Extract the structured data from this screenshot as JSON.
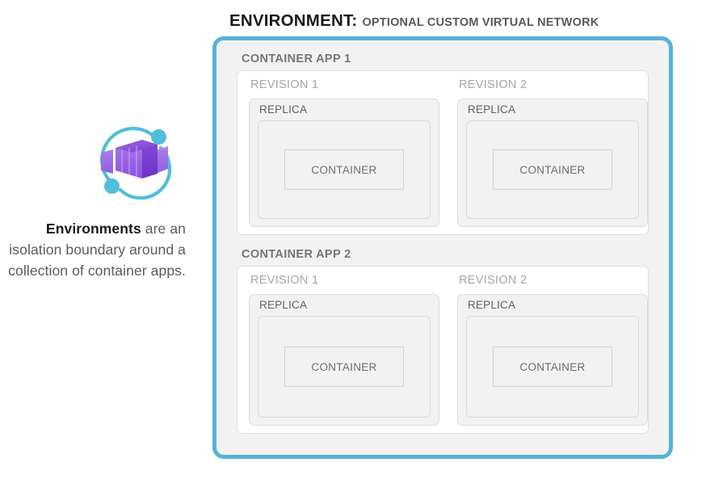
{
  "heading": {
    "title": "ENVIRONMENT:",
    "subtitle": "OPTIONAL CUSTOM VIRTUAL NETWORK"
  },
  "left_panel": {
    "logo_name": "azure-container-apps-logo",
    "caption": {
      "bold_word": "Environments",
      "rest": " are an isolation boundary around a collection of container apps."
    }
  },
  "colors": {
    "environment_border": "#54b3d7",
    "surface_gray": "#f2f2f2",
    "panel_white": "#ffffff",
    "box_border": "#dcdcdc",
    "app_label": "#767676",
    "revision_label": "#a6a6a6",
    "replica_label": "#616161",
    "container_label": "#6e6e6e",
    "logo_purple_light": "#a67ae8",
    "logo_purple_mid": "#9158e0",
    "logo_purple_dark": "#7b3fd4",
    "logo_cyan": "#4fbfdb"
  },
  "container_apps": [
    {
      "label": "CONTAINER APP 1",
      "revisions": [
        {
          "label": "REVISION 1",
          "replica": {
            "label": "REPLICA",
            "container": {
              "label": "CONTAINER"
            }
          }
        },
        {
          "label": "REVISION 2",
          "replica": {
            "label": "REPLICA",
            "container": {
              "label": "CONTAINER"
            }
          }
        }
      ]
    },
    {
      "label": "CONTAINER APP 2",
      "revisions": [
        {
          "label": "REVISION 1",
          "replica": {
            "label": "REPLICA",
            "container": {
              "label": "CONTAINER"
            }
          }
        },
        {
          "label": "REVISION 2",
          "replica": {
            "label": "REPLICA",
            "container": {
              "label": "CONTAINER"
            }
          }
        }
      ]
    }
  ]
}
